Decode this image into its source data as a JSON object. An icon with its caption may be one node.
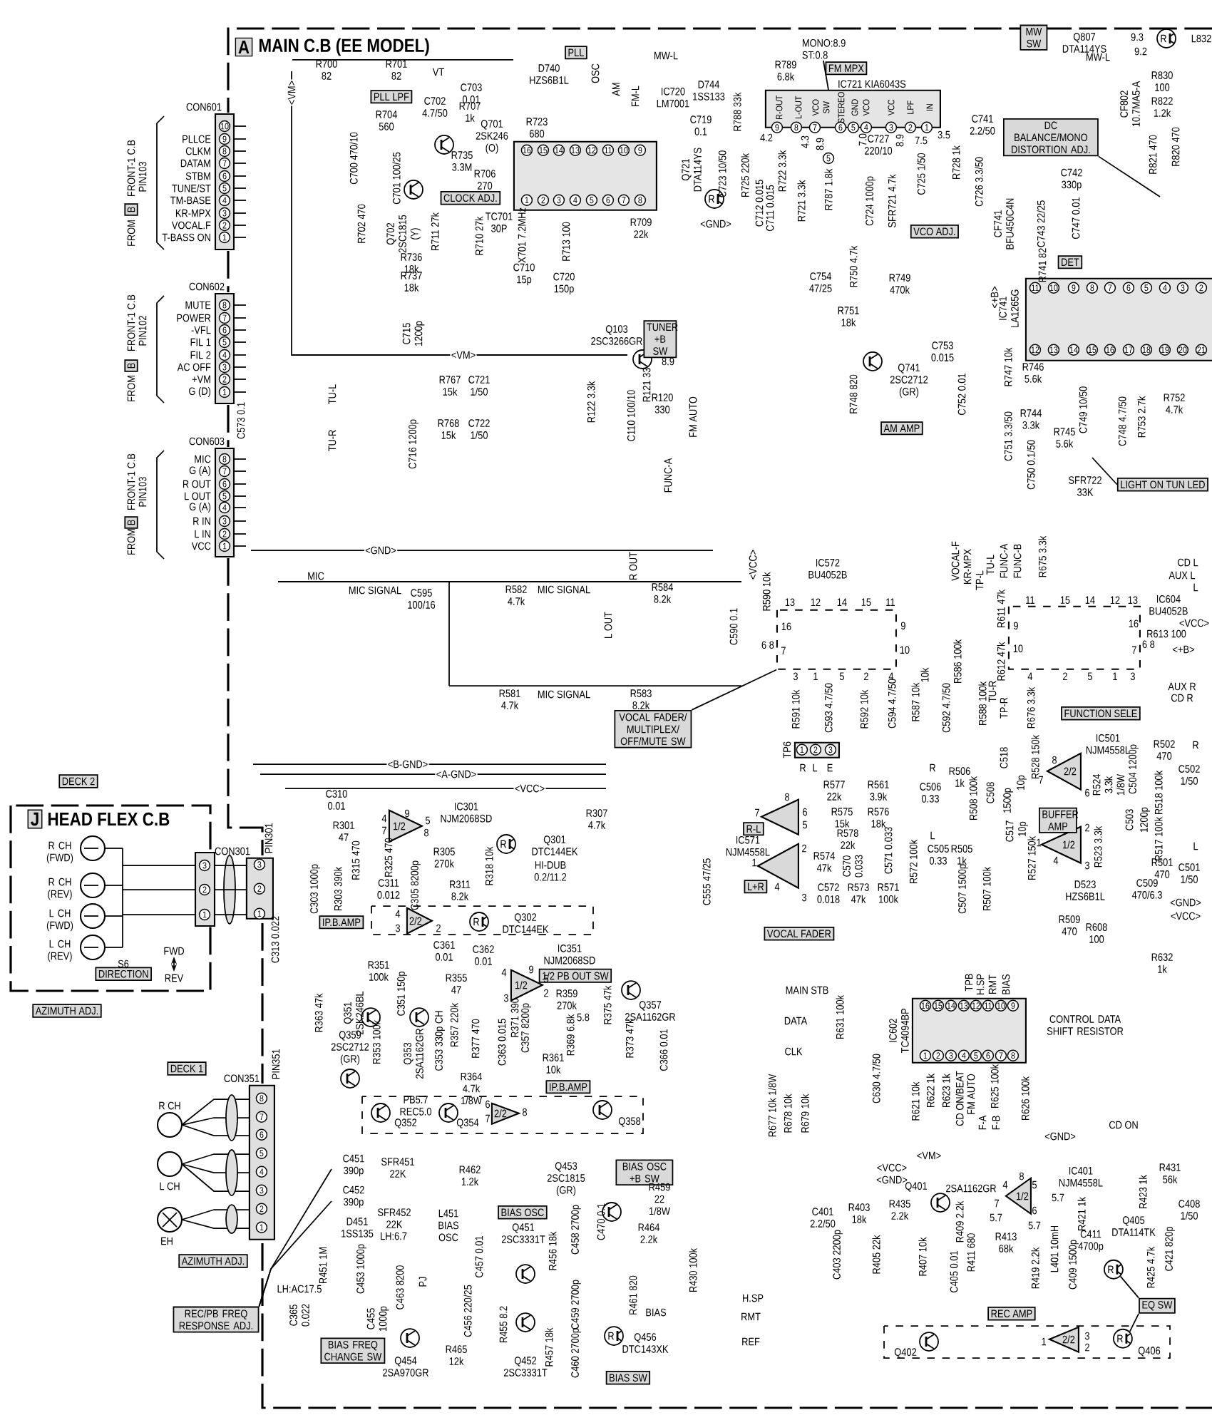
{
  "diagram": {
    "nodes": [
      {
        "text": [
          "A",
          "MAIN C.B (EE MODEL)"
        ]
      },
      {
        "text": [
          "J",
          "HEAD FLEX C.B"
        ]
      },
      {
        "text": [
          "10",
          "9",
          "8",
          "7",
          "6",
          "5",
          "4",
          "3",
          "2",
          "1"
        ],
        "beside": [
          "CON601"
        ]
      },
      {
        "text": [
          "8",
          "7",
          "6",
          "5",
          "4",
          "3",
          "2",
          "1"
        ],
        "beside": [
          "CON602"
        ]
      },
      {
        "text": [
          "8",
          "7",
          "6",
          "5",
          "4",
          "3",
          "2",
          "1"
        ],
        "beside": [
          "CON603"
        ]
      },
      {
        "text": [
          "3",
          "2",
          "1"
        ],
        "beside": [
          "CON301"
        ]
      },
      {
        "text": [
          "3",
          "2",
          "1"
        ],
        "beside": [
          "PIN301"
        ],
        "in": 0
      },
      {
        "text": [
          "8",
          "7",
          "6",
          "5",
          "4",
          "3",
          "2",
          "1"
        ],
        "beside": [
          "CON351",
          "PIN351"
        ],
        "in": 0
      },
      {
        "text": [
          "16",
          "15",
          "14",
          "13",
          "12",
          "11",
          "10",
          "9",
          "1",
          "2",
          "3",
          "4",
          "5",
          "6",
          "7",
          "8"
        ],
        "beside": [
          "IC720 LM7001"
        ],
        "in": 0
      },
      {
        "text": [
          "9",
          "8",
          "7",
          "6",
          "5",
          "4",
          "3",
          "2",
          "1",
          "R-OUT",
          "L-OUT",
          "VCO",
          "SW",
          "STEREO",
          "GND",
          "VCO",
          "VCC",
          "LPF",
          "IN"
        ],
        "beside": [
          "IC721 KIA6043S"
        ],
        "in": 0
      },
      {
        "text": [
          "11",
          "10",
          "9",
          "8",
          "7",
          "6",
          "5",
          "4",
          "3",
          "2",
          "12",
          "13",
          "14",
          "15",
          "16",
          "17",
          "18",
          "19",
          "20",
          "21"
        ],
        "beside": [
          "IC741 LA1265G"
        ],
        "in": 0
      },
      {
        "text": [
          "13",
          "12",
          "14",
          "15",
          "11",
          "16",
          "6 8",
          "7",
          "9",
          "10",
          "3",
          "1",
          "5",
          "2",
          "4"
        ],
        "beside": [
          "IC572 BU4052B"
        ],
        "in": 0
      },
      {
        "text": [
          "11",
          "15",
          "14",
          "12",
          "13",
          "9",
          "10",
          "16",
          "6 8",
          "7",
          "4",
          "2",
          "5",
          "1",
          "3"
        ],
        "beside": [
          "IC604 BU4052B"
        ],
        "in": 0
      },
      {
        "text": [
          "16",
          "15",
          "14",
          "13",
          "12",
          "11",
          "10",
          "9",
          "1",
          "2",
          "3",
          "4",
          "5",
          "6",
          "7",
          "8"
        ],
        "beside": [
          "IC602 TC4094BP"
        ],
        "in": 0
      },
      {
        "text": [
          "1/2"
        ],
        "beside": [
          "IC301 NJM2068SD"
        ],
        "in": 0
      },
      {
        "text": [
          "2/2"
        ],
        "in": 0
      },
      {
        "text": [
          "1/2"
        ],
        "beside": [
          "IC351 NJM2068SD"
        ],
        "in": 0
      },
      {
        "text": [
          "2/2"
        ],
        "in": 0
      },
      {
        "text": [],
        "shape": "triangle",
        "beside": [
          "IC571 NJM4558L"
        ],
        "in": 0
      },
      {
        "text": [],
        "shape": "triangle",
        "in": 0
      },
      {
        "text": [
          "2/2"
        ],
        "beside": [
          "IC501 NJM4558L"
        ],
        "in": 0
      },
      {
        "text": [
          "1/2"
        ],
        "in": 0
      },
      {
        "text": [
          "1/2"
        ],
        "beside": [
          "IC401 NJM4558L"
        ],
        "in": 0
      },
      {
        "text": [
          "2/2"
        ],
        "in": 0
      },
      {
        "text": [
          "1",
          "2",
          "3"
        ],
        "beside": [
          "TP6"
        ],
        "in": 0
      },
      {
        "text": [
          "PLL"
        ],
        "in": 0
      },
      {
        "text": [
          "PLL LPF"
        ],
        "in": 0
      },
      {
        "text": [
          "CLOCK ADJ."
        ],
        "in": 0
      },
      {
        "text": [
          "FM MPX"
        ],
        "in": 0
      },
      {
        "text": [
          "MW SW"
        ],
        "in": 0
      },
      {
        "text": [
          "DC BALANCE/MONO DISTORTION ADJ."
        ],
        "in": 0
      },
      {
        "text": [
          "VCO ADJ."
        ],
        "in": 0
      },
      {
        "text": [
          "DET"
        ],
        "in": 0
      },
      {
        "text": [
          "TUNER +B SW"
        ],
        "in": 0
      },
      {
        "text": [
          "AM AMP"
        ],
        "in": 0
      },
      {
        "text": [
          "LIGHT ON TUN LED"
        ],
        "in": 0
      },
      {
        "text": [
          "VOCAL FADER/ MULTIPLEX/ OFF/MUTE SW"
        ],
        "in": 0
      },
      {
        "text": [
          "FUNCTION SELE"
        ],
        "in": 0
      },
      {
        "text": [
          "BUFFER AMP"
        ],
        "in": 0
      },
      {
        "text": [
          "R-L"
        ],
        "in": 0
      },
      {
        "text": [
          "L+R"
        ],
        "in": 0
      },
      {
        "text": [
          "VOCAL FADER"
        ],
        "in": 0
      },
      {
        "text": [
          "IP.B.AMP"
        ],
        "in": 0
      },
      {
        "text": [
          "1/2 PB OUT SW"
        ],
        "in": 0
      },
      {
        "text": [
          "IP.B.AMP"
        ],
        "in": 0
      },
      {
        "text": [
          "BIAS OSC +B SW"
        ],
        "in": 0
      },
      {
        "text": [
          "BIAS OSC"
        ],
        "in": 0
      },
      {
        "text": [
          "REC AMP"
        ],
        "in": 0
      },
      {
        "text": [
          "EQ SW"
        ],
        "in": 0
      },
      {
        "text": [
          "BIAS SW"
        ],
        "in": 0
      },
      {
        "text": [
          "DECK 2"
        ]
      },
      {
        "text": [
          "DIRECTION"
        ],
        "in": 1
      },
      {
        "text": [
          "AZIMUTH ADJ."
        ]
      },
      {
        "text": [
          "DECK 1"
        ]
      },
      {
        "text": [
          "AZIMUTH ADJ."
        ]
      },
      {
        "text": [
          "REC/PB FREQ RESPONSE ADJ."
        ]
      },
      {
        "text": [
          "BIAS FREQ CHANGE SW"
        ],
        "in": 0
      },
      {
        "text": [
          "MONO:8.9 ST:0.8"
        ],
        "in": 0
      },
      {
        "text": [
          "B"
        ]
      },
      {
        "text": [
          "B"
        ]
      },
      {
        "text": [
          "B"
        ]
      },
      {
        "text": [
          "R"
        ],
        "in": 0
      },
      {
        "text": [
          "R"
        ],
        "in": 0
      }
    ],
    "edges": [
      {
        "from": 36,
        "to": 11,
        "arrow": "none"
      },
      {
        "from": 30,
        "to": null,
        "arrow": "none"
      },
      {
        "from": 35,
        "to": null,
        "arrow": "none"
      },
      {
        "from": 55,
        "to": null,
        "arrow": "none"
      },
      {
        "from": 55,
        "to": null,
        "arrow": "none"
      },
      {
        "from": 48,
        "to": 61,
        "arrow": "none"
      },
      {
        "from": 48,
        "to": 62,
        "arrow": "none"
      },
      {
        "from": 57,
        "to": 9,
        "arrow": "none"
      },
      {
        "from": 5,
        "to": 6,
        "arrow": "none"
      },
      {
        "from": 5,
        "to": 6,
        "arrow": "none"
      },
      {
        "from": 5,
        "to": 6,
        "arrow": "none"
      }
    ],
    "labels": [
      "FROM",
      "FRONT-1 C.B",
      "PIN103",
      "FROM",
      "FRONT-1 C.B",
      "PIN102",
      "FROM",
      "FRONT-1 C.B",
      "PIN103",
      "PLLCE",
      "CLKM",
      "DATAM",
      "STBM",
      "TUNE/ST",
      "TM-BASE",
      "KR-MPX",
      "VOCAL.F",
      "T-BASS ON",
      "MUTE",
      "POWER",
      "-VFL",
      "FIL 1",
      "FIL 2",
      "AC OFF",
      "+VM",
      "G (D)",
      "MIC",
      "G (A)",
      "R OUT",
      "L OUT",
      "G (A)",
      "R IN",
      "L IN",
      "VCC",
      "R700 82",
      "R701 82",
      "VT",
      "D740 HZS6B1L",
      "OSC",
      "AM",
      "FM-L",
      "MW-L",
      "C703 0.01",
      "C702 4.7/50",
      "R707 1k",
      "R704 560",
      "Q701 2SK246 (O)",
      "R723 680",
      "R735 3.3M",
      "R706 270",
      "C700 470/10",
      "C701 100/25",
      "R702 470",
      "Q702 2SC1815 (Y)",
      "R711 27k",
      "R710 27k",
      "TC701 30P",
      "X701 7.2MHz",
      "C710 15p",
      "R713 100",
      "R736 18k",
      "R737 18k",
      "C720 150p",
      "<VM>",
      "<VM>",
      "C715 1200p",
      "R767 15k",
      "C721 1/50",
      "TU-L",
      "R768 15k",
      "C722 1/50",
      "TU-R",
      "C716 1200p",
      "C573 0.1",
      "R122 3.3k",
      "Q807 DTA114YS",
      "MW-L",
      "9.3",
      "9.2",
      "L832",
      "R830 100",
      "R822 1.2k",
      "CF802 10.7MA5-A",
      "R821 470",
      "R820 470",
      "R789 6.8k",
      "D744 1SS133",
      "C719 0.1",
      "R788 33k",
      "5",
      "4.2",
      "4.3",
      "8.9",
      "7.0",
      "8.9",
      "7.5",
      "3.5",
      "C741 2.2/50",
      "C727 220/10",
      "Q721 DTA114YS",
      "C723 10/50",
      "R725 220k",
      "C712 0.015",
      "C711 0.015",
      "R722 3.3k",
      "R721 3.3k",
      "R787 1.8k",
      "C724 1000p",
      "SFR721 4.7k",
      "C725 1/50",
      "R728 1k",
      "C726 3.3/50",
      "<GND>",
      "R709 22k",
      "C742 330p",
      "CF741 BFU450C4N",
      "C743 22/25",
      "C747 0.01",
      "R741 82",
      "C754 47/25",
      "R750 4.7k",
      "R749 470k",
      "R751 18k",
      "Q741 2SC2712 (GR)",
      "C753 0.015",
      "R748 820",
      "C752 0.01",
      "R747 10k",
      "R746 5.6k",
      "R744 3.3k",
      "R745 5.6k",
      "C749 10/50",
      "C748 4.7/50",
      "R753 2.7k",
      "R752 4.7k",
      "C751 3.3/50",
      "C750 0.1/50",
      "SFR722 33K",
      "<+B>",
      "Q103 2SC3266GR",
      "8.9",
      "R121 33",
      "R120 330",
      "C110 100/10",
      "FM AUTO",
      "FUNC-A",
      "MIC",
      "MIC SIGNAL",
      "C595 100/16",
      "R582 4.7k",
      "MIC SIGNAL",
      "R581 4.7k",
      "MIC SIGNAL",
      "<GND>",
      "<B-GND>",
      "<A-GND>",
      "<VCC>",
      "C310 0.01",
      "R301 47",
      "4",
      "7",
      "9",
      "5",
      "8",
      "Q301 DTC144EK",
      "R307 4.7k",
      "R315 470",
      "R325 470",
      "R305 270k",
      "R318 10k",
      "HI-DUB 0.2/11.2",
      "C303 1000p",
      "R303 390k",
      "C311 0.012",
      "C305 8200p",
      "R311 8.2k",
      "C313 0.022",
      "Q302 DTC144EK",
      "4",
      "3",
      "2",
      "R CH (FWD)",
      "R CH (REV)",
      "L CH (FWD)",
      "L CH (REV)",
      "FWD",
      "S6",
      "REV",
      "R351 100k",
      "C361 0.01",
      "C362 0.01",
      "R355 47",
      "4",
      "9",
      "5",
      "3",
      "2",
      "R363 47k",
      "Q351 2SK246BL",
      "C351 150p",
      "Q359 2SC2712 (GR)",
      "R353 100k",
      "Q353 2SA1162GR",
      "C353 330p CH",
      "R357 220k",
      "R377 470",
      "C363 0.015",
      "R371 390",
      "C357 8200p",
      "R369 6.8k",
      "R359 270k",
      "R361 10k",
      "5.8",
      "R375 47k",
      "R364 4.7k 1/8W",
      "PB5.7 REC5.0",
      "Q352",
      "Q354",
      "6",
      "7",
      "8",
      "C451 390p",
      "SFR451 22K",
      "C452 390p",
      "SFR452 22K",
      "D451 1SS135",
      "LH:6.7",
      "L451 BIAS OSC",
      "LH:AC17.5",
      "R451 1M",
      "C453 1000p",
      "C463 8200",
      "PJ",
      "C365 0.022",
      "C455 1000p",
      "Q454 2SA970GR",
      "R465 12k",
      "R462 1.2k",
      "Q453 2SC1815 (GR)",
      "Q451 2SC3331T",
      "C457 0.01",
      "R456 18k",
      "C458 2700p",
      "C456 220/25",
      "R455 8.2",
      "R457 18k",
      "C459 2700p",
      "C460 2700p",
      "Q452 2SC3331T",
      "C470 0.1",
      "R CH",
      "L CH",
      "EH",
      "R584 8.2k",
      "R583 8.2k",
      "R OUT",
      "L OUT",
      "<VCC>",
      "R590 10k",
      "C590 0.1",
      "10k",
      "VOCAL-F",
      "KR-MPX",
      "TP-L",
      "TU-L",
      "FUNC-A",
      "FUNC-B",
      "R675 3.3k",
      "CD L",
      "AUX L",
      "L",
      "R586 100k",
      "R588 100k",
      "TU-R",
      "R611 47k",
      "R612 47k",
      "TP-R",
      "R676 3.3k",
      "R613 100",
      "<VCC>",
      "<+B>",
      "AUX R",
      "CD R",
      "R591 10k",
      "C593 4.7/50",
      "R592 10k",
      "C594 4.7/50",
      "R587 10k",
      "C592 4.7/50",
      "R",
      "L",
      "E",
      "R",
      "L",
      "R577 22k",
      "R561 3.9k",
      "R575 15k",
      "R576 18k",
      "R578 22k",
      "8",
      "7",
      "6",
      "5",
      "2",
      "1",
      "4",
      "3",
      "R574 47k",
      "C570 0.033",
      "C571 0.033",
      "C572 0.018",
      "R573 47k",
      "R571 100k",
      "C555 47/25",
      "R572 100k",
      "R506 1k",
      "C506 0.33",
      "C505 0.33",
      "R505 1k",
      "C507 1500p",
      "R507 100k",
      "R508 100k",
      "C508",
      "C518",
      "1500p",
      "10p",
      "R528 150k",
      "C517",
      "10p",
      "R527 150k",
      "8",
      "7",
      "6",
      "2",
      "1",
      "4",
      "3",
      "R524 3.3k 1/8W",
      "C504 1200p",
      "R502 470",
      "C502 1/50",
      "R",
      "R518 100k",
      "R523 3.3k",
      "C503",
      "1200p",
      "R517 100k",
      "R501 470",
      "C501 1/50",
      "L",
      "D523 HZS6B1L",
      "C509 470/6.3",
      "<GND>",
      "<VCC>",
      "R509 470",
      "R608 100",
      "R632 1k",
      "Q357 2SA1162GR",
      "R373 47k",
      "C366 0.01",
      "Q358",
      "MAIN STB",
      "DATA",
      "CLK",
      "R631 100k",
      "C630 4.7/50",
      "R677 10k 1/8W",
      "R678 10k",
      "R679 10k",
      "R621 10k",
      "R622 1k",
      "R623 1k",
      "CD ON/BEAT",
      "FM AUTO",
      "R625 100k",
      "F-A",
      "F-B",
      "R626 100k",
      "TPB",
      "H.SP",
      "RMT",
      "BIAS",
      "CONTROL DATA SHIFT RESISTOR",
      "CD ON",
      "<GND>",
      "<VM>",
      "<VCC>",
      "<GND>",
      "R459 22 1/8W",
      "R464 2.2k",
      "R430 100k",
      "R461 820",
      "BIAS",
      "Q456 DTC143XK",
      "H.SP",
      "RMT",
      "REF",
      "C401 2.2/50",
      "R403 18k",
      "R435 2.2k",
      "Q401",
      "2SA1162GR",
      "C403 2200p",
      "R405 22k",
      "R407 10k",
      "C405 0.01",
      "R409 2.2k",
      "R411 680",
      "R413 68k",
      "4",
      "8",
      "5",
      "7",
      "6",
      "5.7",
      "5.7",
      "5.7",
      "R421 1k",
      "R419 2.2k",
      "L401 10mH",
      "C409 1500p",
      "C411 4700p",
      "Q405 DTA114TK",
      "R423 1k",
      "R425 4.7k",
      "C421 820p",
      "R431 56k",
      "C408 1/50",
      "Q402",
      "Q406",
      "1",
      "3",
      "2",
      "R",
      "R",
      "R",
      "R",
      "R"
    ]
  }
}
